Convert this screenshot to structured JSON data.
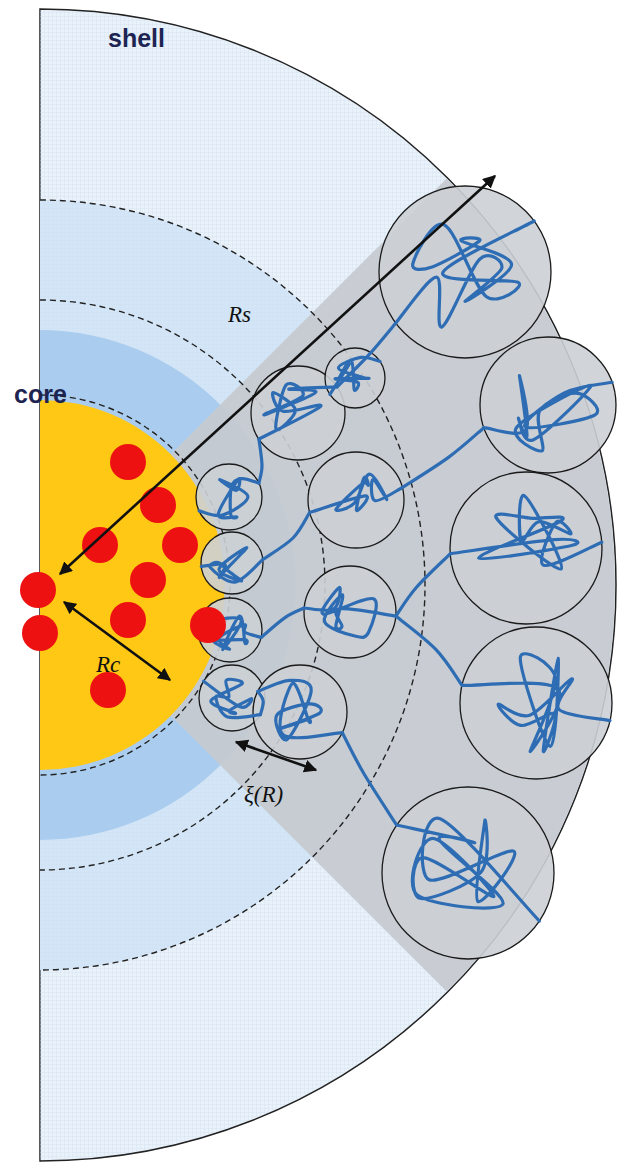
{
  "diagram": {
    "nodes": [
      {
        "text": [
          "shell"
        ]
      },
      {
        "text": [
          "core"
        ],
        "in": 0
      }
    ],
    "labels": [
      "Rs",
      "Rc",
      "ξ(R)"
    ]
  }
}
